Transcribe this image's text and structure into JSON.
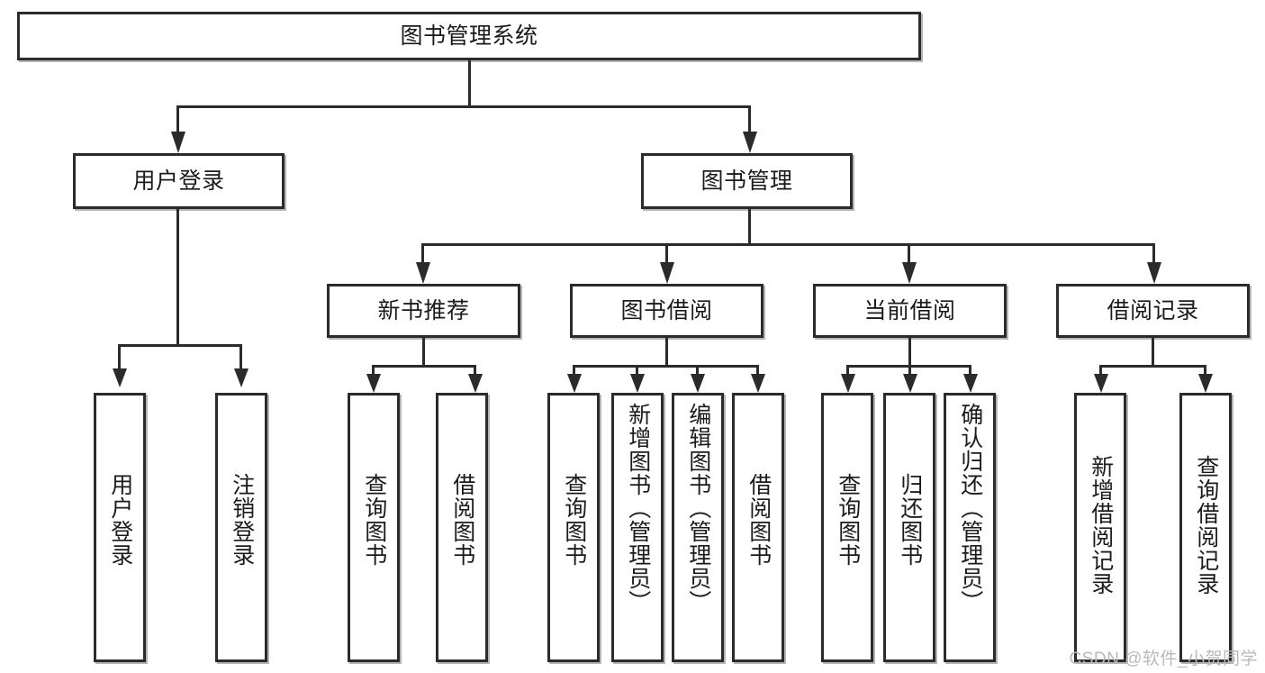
{
  "diagram": {
    "type": "tree-hierarchy-flowchart",
    "root": {
      "label": "图书管理系统"
    },
    "level2": [
      {
        "label": "用户登录"
      },
      {
        "label": "图书管理"
      }
    ],
    "level3": [
      {
        "label": "新书推荐"
      },
      {
        "label": "图书借阅"
      },
      {
        "label": "当前借阅"
      },
      {
        "label": "借阅记录"
      }
    ],
    "leaves": {
      "user_login": [
        {
          "label": "用户登录"
        },
        {
          "label": "注销登录"
        }
      ],
      "new_book_recommend": [
        {
          "label": "查询图书"
        },
        {
          "label": "借阅图书"
        }
      ],
      "book_borrow": [
        {
          "label": "查询图书"
        },
        {
          "label": "新增图书（管理员）"
        },
        {
          "label": "编辑图书（管理员）"
        },
        {
          "label": "借阅图书"
        }
      ],
      "current_borrow": [
        {
          "label": "查询图书"
        },
        {
          "label": "归还图书"
        },
        {
          "label": "确认归还（管理员）"
        }
      ],
      "borrow_record": [
        {
          "label": "新增借阅记录"
        },
        {
          "label": "查询借阅记录"
        }
      ]
    }
  },
  "watermark": {
    "text": "CSDN @软件_小贺同学"
  },
  "colors": {
    "stroke": "#2b2b2b",
    "fill": "#ffffff",
    "text": "#1b1b1b",
    "watermark": "#b9b9b9"
  }
}
